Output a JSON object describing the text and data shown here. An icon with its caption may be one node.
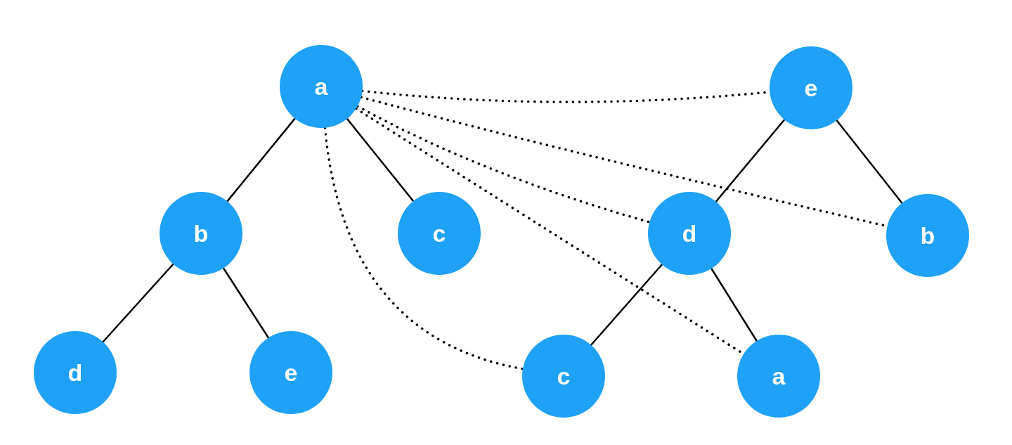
{
  "diagram": {
    "nodes": [
      {
        "text": [
          "a"
        ]
      },
      {
        "text": [
          "b"
        ]
      },
      {
        "text": [
          "c"
        ]
      },
      {
        "text": [
          "d"
        ]
      },
      {
        "text": [
          "e"
        ]
      },
      {
        "text": [
          "e"
        ]
      },
      {
        "text": [
          "d"
        ]
      },
      {
        "text": [
          "b"
        ]
      },
      {
        "text": [
          "c"
        ]
      },
      {
        "text": [
          "a"
        ]
      }
    ],
    "edges": [
      {
        "from": 0,
        "to": 1,
        "arrow": "none"
      },
      {
        "from": 0,
        "to": 2,
        "arrow": "none"
      },
      {
        "from": 1,
        "to": 3,
        "arrow": "none"
      },
      {
        "from": 1,
        "to": 4,
        "arrow": "none"
      },
      {
        "from": 5,
        "to": 6,
        "arrow": "none"
      },
      {
        "from": 5,
        "to": 7,
        "arrow": "none"
      },
      {
        "from": 6,
        "to": 8,
        "arrow": "none"
      },
      {
        "from": 6,
        "to": 9,
        "arrow": "none"
      },
      {
        "from": 0,
        "to": 5,
        "arrow": "none",
        "style": "dashed"
      },
      {
        "from": 0,
        "to": 7,
        "arrow": "none",
        "style": "dashed"
      },
      {
        "from": 0,
        "to": 6,
        "arrow": "none",
        "style": "dashed"
      },
      {
        "from": 0,
        "to": 9,
        "arrow": "none",
        "style": "dashed"
      },
      {
        "from": 0,
        "to": 8,
        "arrow": "none",
        "style": "dashed"
      }
    ]
  }
}
